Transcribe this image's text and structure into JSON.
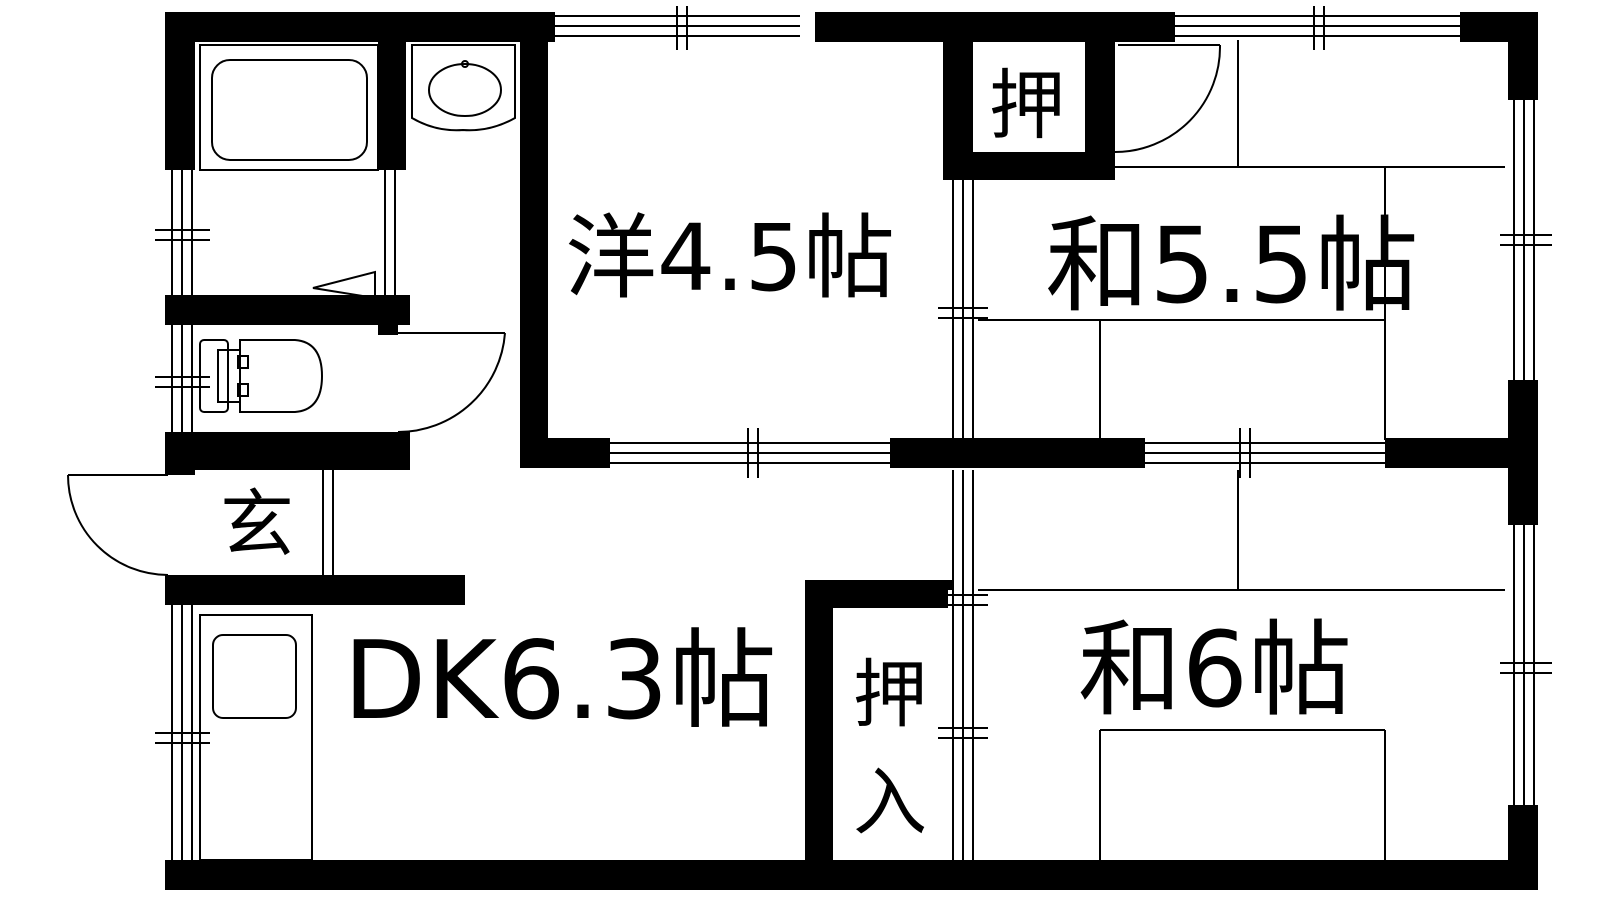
{
  "rooms": {
    "western": {
      "label": "洋4.5帖"
    },
    "japanese_a": {
      "label": "和5.5帖"
    },
    "japanese_b": {
      "label": "和6帖"
    },
    "dk": {
      "label": "DK6.3帖"
    },
    "entrance": {
      "label": "玄"
    },
    "closet_top": {
      "label": "押"
    },
    "closet_bottom": {
      "label_line1": "押",
      "label_line2": "入"
    }
  },
  "colors": {
    "wall": "#000000",
    "line": "#000000",
    "background": "#ffffff"
  }
}
